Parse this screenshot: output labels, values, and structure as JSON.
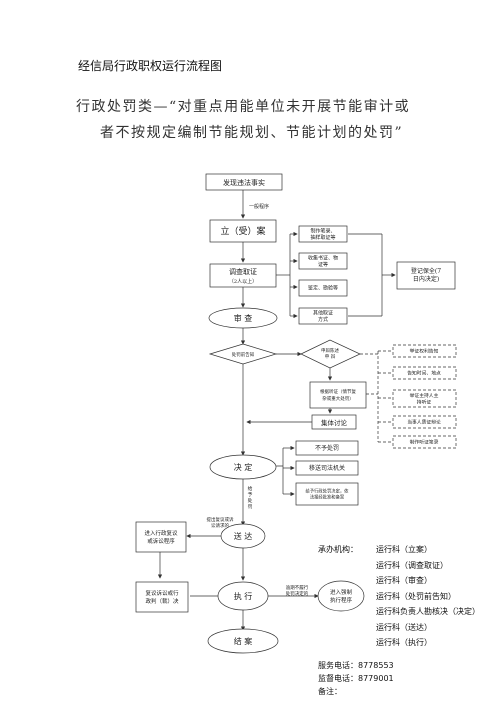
{
  "doc_title": "经信局行政职权运行流程图",
  "subtitle": {
    "line1": "行政处罚类—“对重点用能单位未开展节能审计或",
    "line2": "者不按规定编制节能规划、节能计划的处罚”"
  },
  "flow": {
    "discover": "发现违法事实",
    "general_procedure": "一般程序",
    "register": "立（受）案",
    "investigate": [
      "调查取证",
      "（2人以上）"
    ],
    "evidence_boxes": [
      [
        "制作笔录、",
        "抽样取证等"
      ],
      [
        "收集书证、物",
        "证等"
      ],
      [
        "鉴定、勘验等"
      ],
      [
        "其他取证",
        "方式"
      ]
    ],
    "preserve": [
      "登记保全(7",
      "日内决定)"
    ],
    "review": "审  查",
    "prior_notice": "处罚前告知",
    "defense": [
      "申辩陈述",
      "申  辩"
    ],
    "hearing": [
      "根据听证（情节复",
      "杂或重大处罚）"
    ],
    "hearing_steps": [
      "举证权利告知",
      "告知时间、地点",
      [
        "举证主持人主",
        "持听证"
      ],
      "当事人质证辩论",
      "制作听证笔录"
    ],
    "collective": "集体讨论",
    "decide": "决  定",
    "outcomes": [
      "不予处罚",
      "移送司法机关",
      [
        "给予行政处罚决定，依",
        "法报经批准和备案"
      ]
    ],
    "decision_label": [
      "给",
      "予",
      "处",
      "罚"
    ],
    "deliver": "送  达",
    "objection_label": [
      "提出复议或诉",
      "讼请求的"
    ],
    "reconsideration": [
      "进入行政复议",
      "或诉讼程序"
    ],
    "execute": "执  行",
    "rec_result": [
      "复议诉讼或行",
      "政判（裁）决"
    ],
    "overdue_label": [
      "逾期不履行",
      "处罚决定的"
    ],
    "enforce": [
      "进入强制",
      "执行程序"
    ],
    "close": "结  案"
  },
  "info": {
    "org_label": "承办机构：",
    "org_lines": [
      "运行科（立案）",
      "运行科（调查取证）",
      "运行科（审查）",
      "运行科（处罚前告知）",
      "运行科负责人勘核决（决定）",
      "运行科（送达）",
      "运行科（执行）"
    ],
    "phone": "服务电话：8778553",
    "supervise": "监督电话：8779001",
    "note": "备注："
  }
}
